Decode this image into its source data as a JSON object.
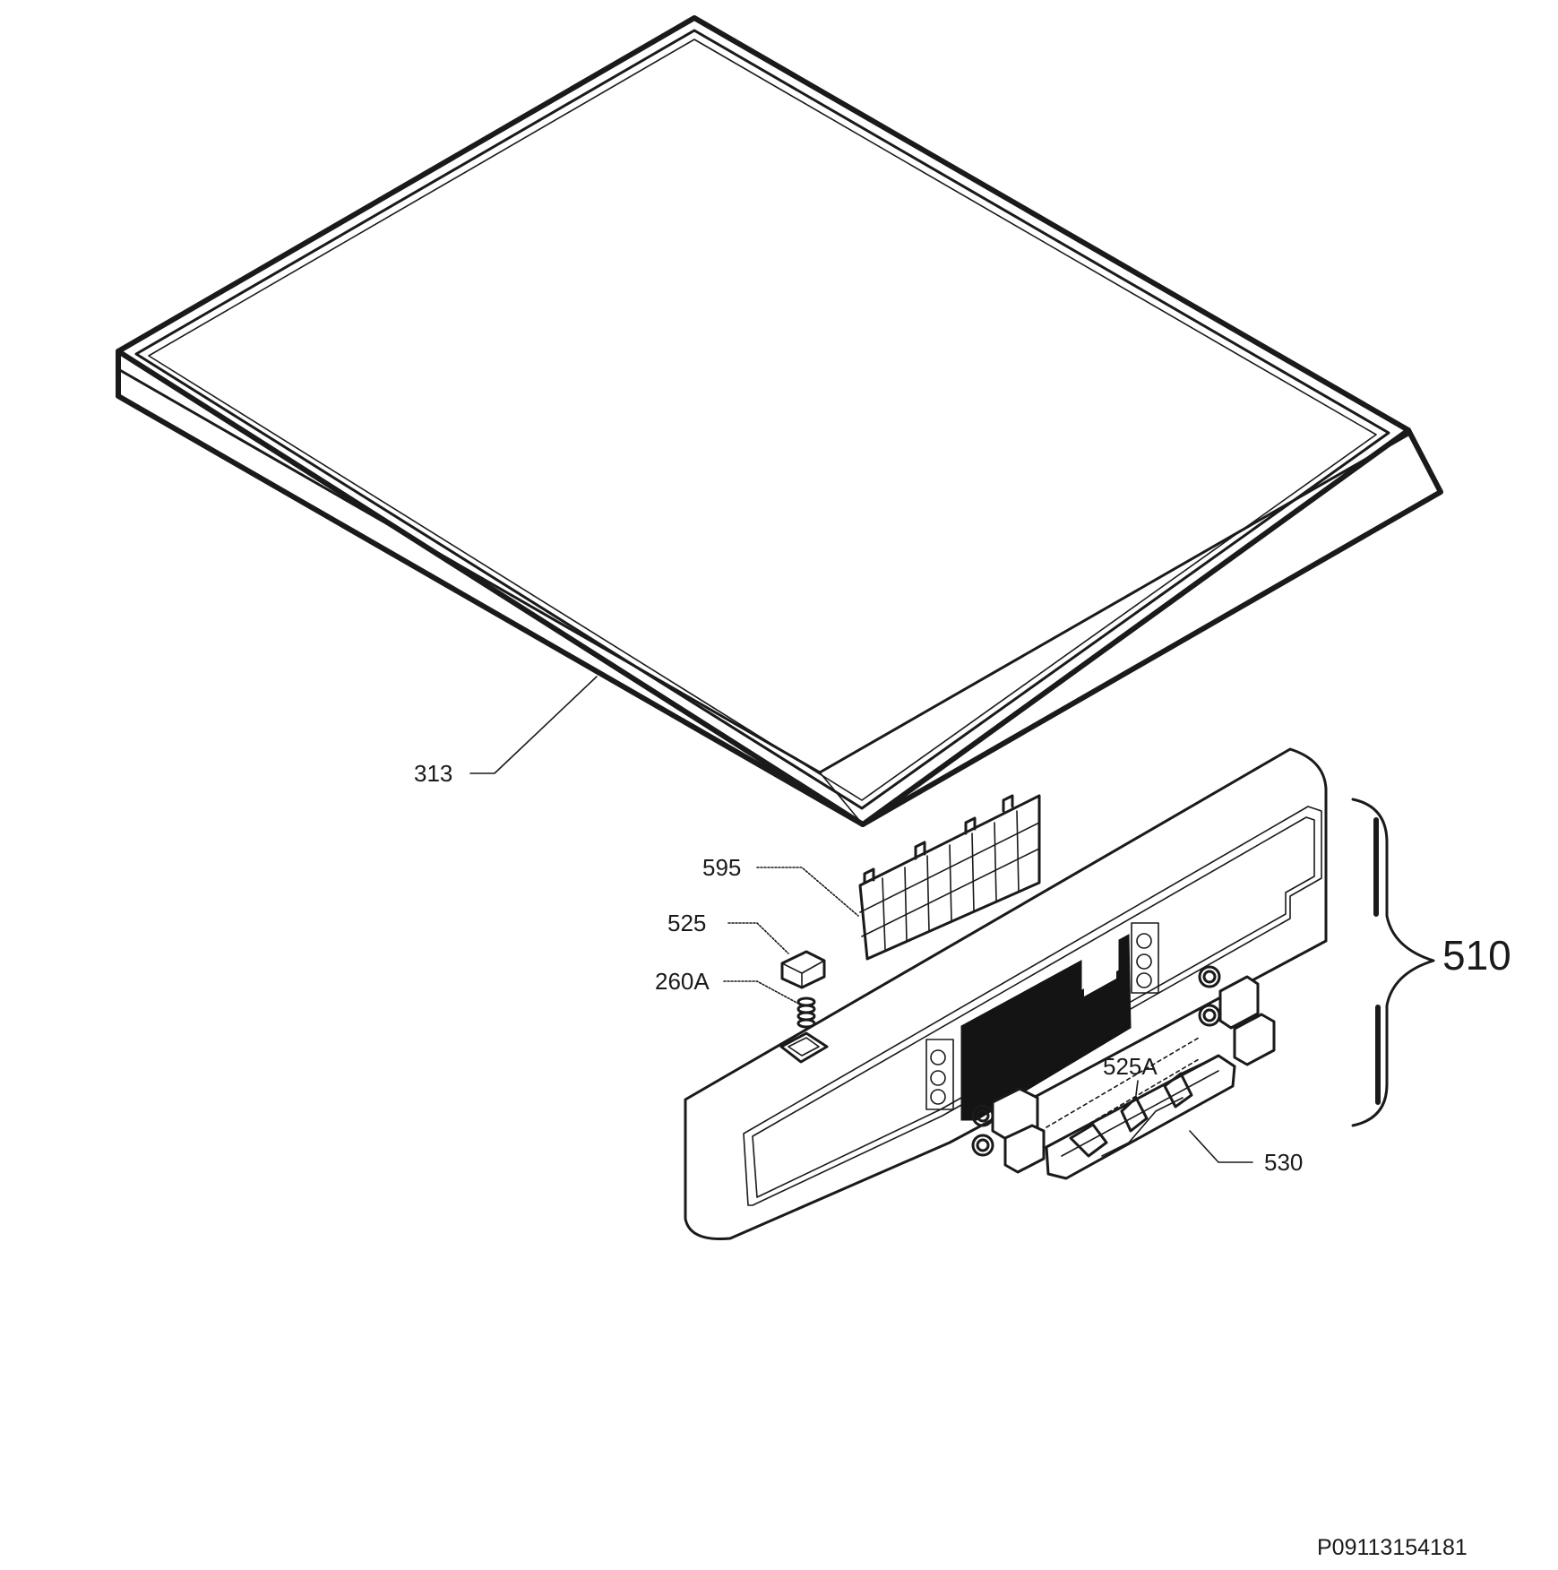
{
  "diagram": {
    "parts": [
      {
        "id": "313",
        "label": "313"
      },
      {
        "id": "595",
        "label": "595"
      },
      {
        "id": "525",
        "label": "525"
      },
      {
        "id": "260A",
        "label": "260A"
      },
      {
        "id": "525A",
        "label": "525A"
      },
      {
        "id": "530",
        "label": "530"
      }
    ],
    "assembly_label": "510",
    "drawing_code": "P09113154181"
  },
  "colors": {
    "line": "#1a1a1a",
    "background": "#ffffff"
  }
}
